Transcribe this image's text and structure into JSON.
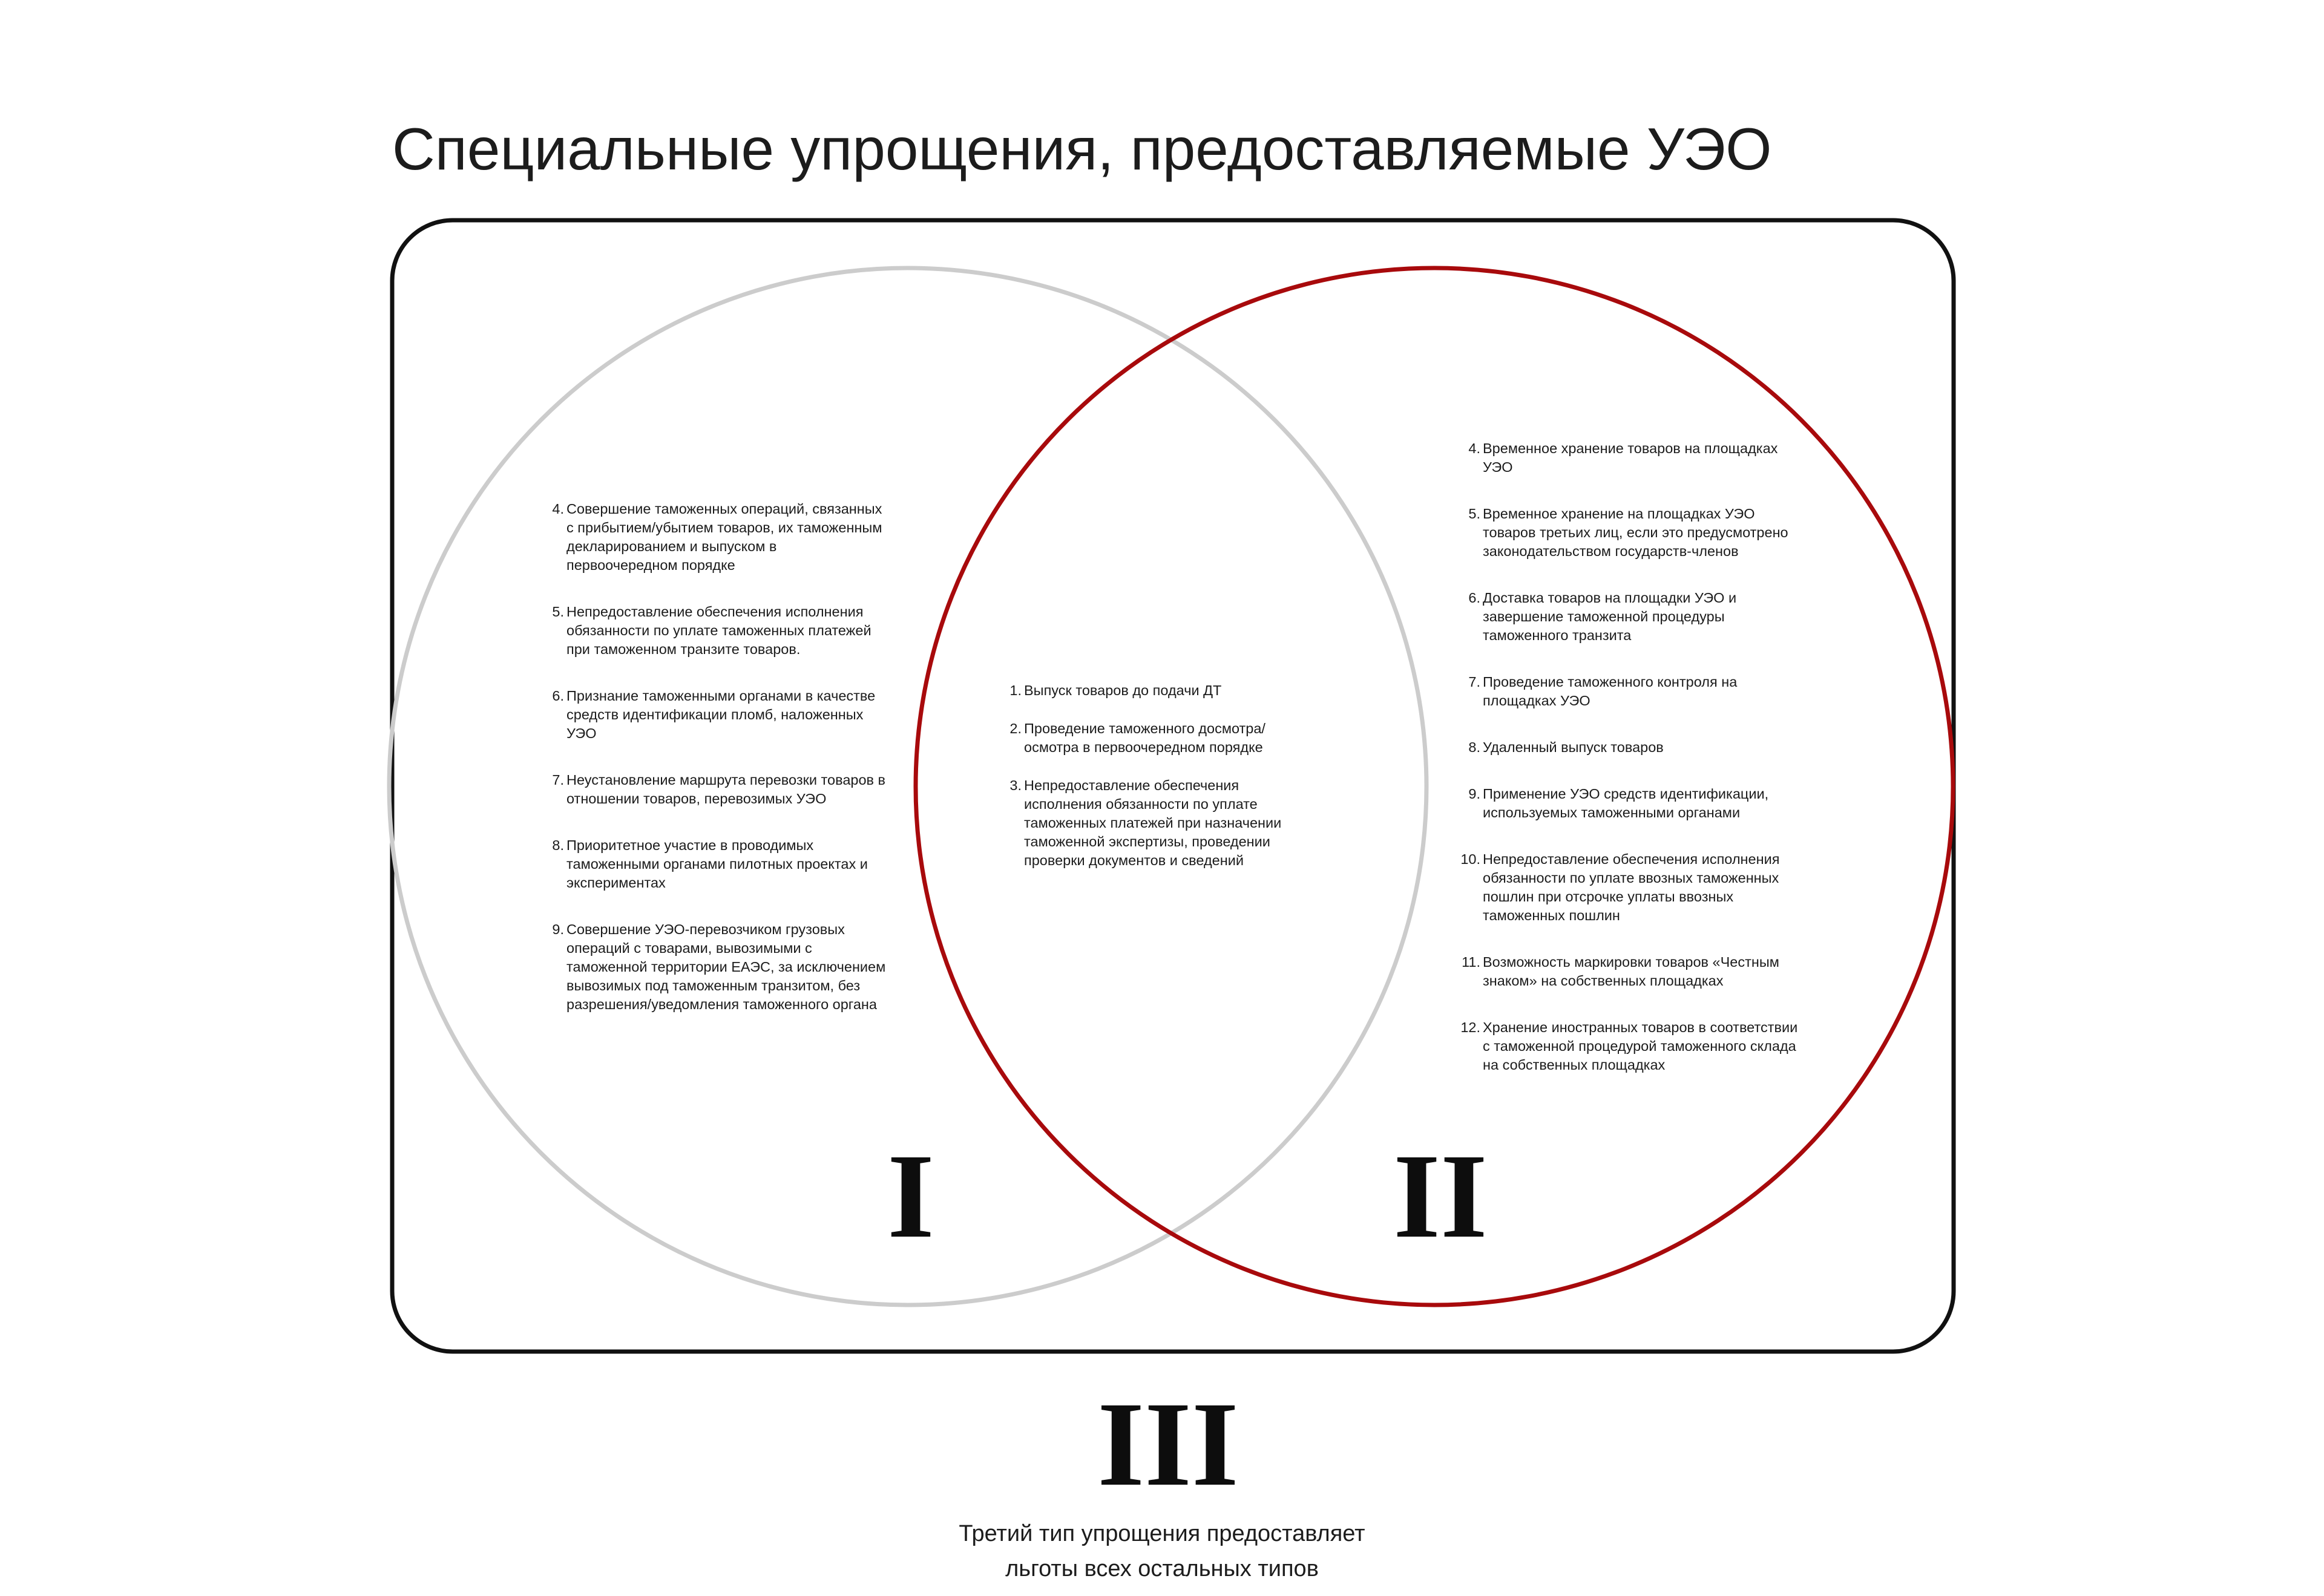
{
  "title": "Специальные упрощения, предоставляемые УЭО",
  "colors": {
    "frame": "#111111",
    "circle_one": "#cccccc",
    "circle_two": "#a80a0c",
    "text": "#1c1c1c"
  },
  "labels": {
    "type_one": "I",
    "type_two": "II",
    "type_three": "III"
  },
  "caption": {
    "line1": "Третий тип упрощения предоставляет",
    "line2": "льготы всех остальных типов"
  },
  "left_items": [
    {
      "num": "4.",
      "text": "Совершение таможенных операций, связанных с прибытием/убытием товаров, их таможенным декларированием и выпуском в первоочередном порядке"
    },
    {
      "num": "5.",
      "text": "Непредоставление обеспечения исполнения обязанности по уплате таможенных платежей при таможенном транзите товаров."
    },
    {
      "num": "6.",
      "text": "Признание таможенными органами в качестве средств идентификации пломб, наложенных УЭО"
    },
    {
      "num": "7.",
      "text": "Неустановление маршрута перевозки товаров в отношении товаров, перевозимых УЭО"
    },
    {
      "num": "8.",
      "text": "Приоритетное участие в проводимых таможенными органами пилотных проектах и экспериментах"
    },
    {
      "num": "9.",
      "text": "Совершение УЭО-перевозчиком грузовых операций с товарами, вывозимыми с таможенной территории ЕАЭС, за исключением вывозимых под таможенным транзитом, без разрешения/уведомления таможенного органа"
    }
  ],
  "middle_items": [
    {
      "num": "1.",
      "text": "Выпуск товаров до подачи ДТ"
    },
    {
      "num": "2.",
      "text": "Проведение таможенного досмотра/ осмотра в первоочередном порядке"
    },
    {
      "num": "3.",
      "text": "Непредоставление обеспечения исполнения обязанности по уплате таможенных платежей при назначении таможенной экспертизы, проведении проверки документов и сведений"
    }
  ],
  "right_items": [
    {
      "num": "4.",
      "text": "Временное хранение товаров на площадках УЭО"
    },
    {
      "num": "5.",
      "text": "Временное хранение на площадках УЭО товаров третьих лиц, если это предусмотрено законодательством государств-членов"
    },
    {
      "num": "6.",
      "text": "Доставка товаров на площадки УЭО и завершение таможенной процедуры таможенного транзита"
    },
    {
      "num": "7.",
      "text": "Проведение таможенного контроля на площадках УЭО"
    },
    {
      "num": "8.",
      "text": "Удаленный выпуск товаров"
    },
    {
      "num": "9.",
      "text": "Применение УЭО средств идентификации, используемых таможенными органами"
    },
    {
      "num": "10.",
      "text": "Непредоставление обеспечения исполнения обязанности по уплате ввозных таможенных пошлин при отсрочке уплаты ввозных таможенных пошлин"
    },
    {
      "num": "11.",
      "text": "Возможность маркировки товаров «Честным знаком» на собственных площадках"
    },
    {
      "num": "12.",
      "text": "Хранение иностранных товаров в соответствии с таможенной процедурой таможенного склада на собственных площадках"
    }
  ]
}
